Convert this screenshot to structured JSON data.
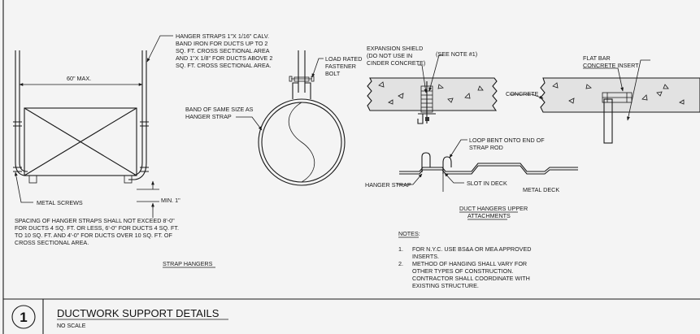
{
  "strap_hangers": {
    "dim_60": "60\" MAX.",
    "callout_hanger_straps": [
      "HANGER STRAPS 1\"X 1/16\" CALV.",
      "BAND IRON FOR DUCTS UP TO 2",
      "SQ. FT. CROSS SECTIONAL AREA",
      "AND 1\"X 1/8\" FOR DUCTS ABOVE 2",
      "SQ. FT. CROSS SECTIONAL AREA."
    ],
    "metal_screws": "METAL SCREWS",
    "min_1": "MIN. 1\"",
    "spacing_note": [
      "SPACING OF HANGER STRAPS SHALL NOT EXCEED 8'-0\"",
      "FOR DUCTS 4 SQ. FT. OR LESS, 6'-0\" FOR DUCTS 4 SQ. FT.",
      "TO 10 SQ. FT. AND 4'-0\" FOR DUCTS OVER 10 SQ. FT. OF",
      "CROSS SECTIONAL AREA."
    ],
    "title": "STRAP HANGERS"
  },
  "band_detail": {
    "load_rated": [
      "LOAD RATED",
      "FASTENER",
      "BOLT"
    ],
    "band_same_size": [
      "BAND OF SAME SIZE AS",
      "HANGER STRAP"
    ]
  },
  "upper_attachments": {
    "expansion_shield": [
      "EXPANSION SHIELD",
      "(DO NOT USE IN",
      "CINDER CONCRETE)"
    ],
    "see_note": "(SEE NOTE #1)",
    "flat_bar": [
      "FLAT BAR",
      "CONCRETE INSERT"
    ],
    "concrete": "CONCRETE",
    "loop_bent": [
      "LOOP BENT ONTO END OF",
      "STRAP ROD"
    ],
    "hanger_strap": "HANGER STRAP",
    "slot_in_deck": "SLOT IN DECK",
    "metal_deck": "METAL DECK",
    "title": [
      "DUCT HANGERS UPPER",
      "ATTACHMENTS"
    ]
  },
  "notes": {
    "heading": "NOTES:",
    "items": [
      {
        "num": "1.",
        "lines": [
          "FOR N.Y.C. USE BS&A OR MEA APPROVED",
          "INSERTS."
        ]
      },
      {
        "num": "2.",
        "lines": [
          "METHOD OF HANGING SHALL VARY FOR",
          "OTHER TYPES OF CONSTRUCTION.",
          "CONTRACTOR SHALL COORDINATE WITH",
          "EXISTING STRUCTURE."
        ]
      }
    ]
  },
  "title_block": {
    "number": "1",
    "title": "DUCTWORK SUPPORT DETAILS",
    "scale": "NO SCALE"
  }
}
